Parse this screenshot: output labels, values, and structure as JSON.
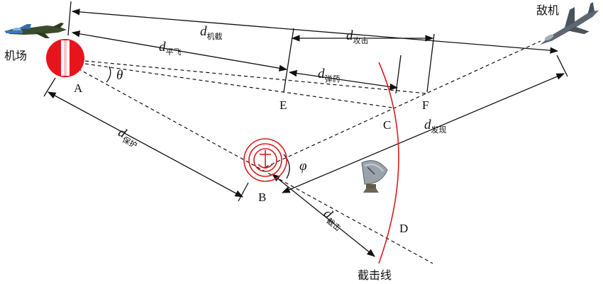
{
  "points": {
    "A": "A",
    "B": "B",
    "C": "C",
    "D": "D",
    "E": "E",
    "F": "F"
  },
  "angles": {
    "theta": "θ",
    "phi": "φ"
  },
  "place_labels": {
    "airfield": "机场",
    "enemy": "敌机",
    "intercept_line": "截击线"
  },
  "distances": {
    "symbol": "d",
    "intercept_aircraft": "机截",
    "cruise": "平飞",
    "attack": "攻击",
    "ammo": "弹药",
    "protect": "保护",
    "discover": "发现",
    "intercept": "截击"
  },
  "colors": {
    "airfield_marker": "#e8141b",
    "intercept_arc": "#d81e1e",
    "ship_marker": "#d81e1e",
    "line": "#111111"
  }
}
